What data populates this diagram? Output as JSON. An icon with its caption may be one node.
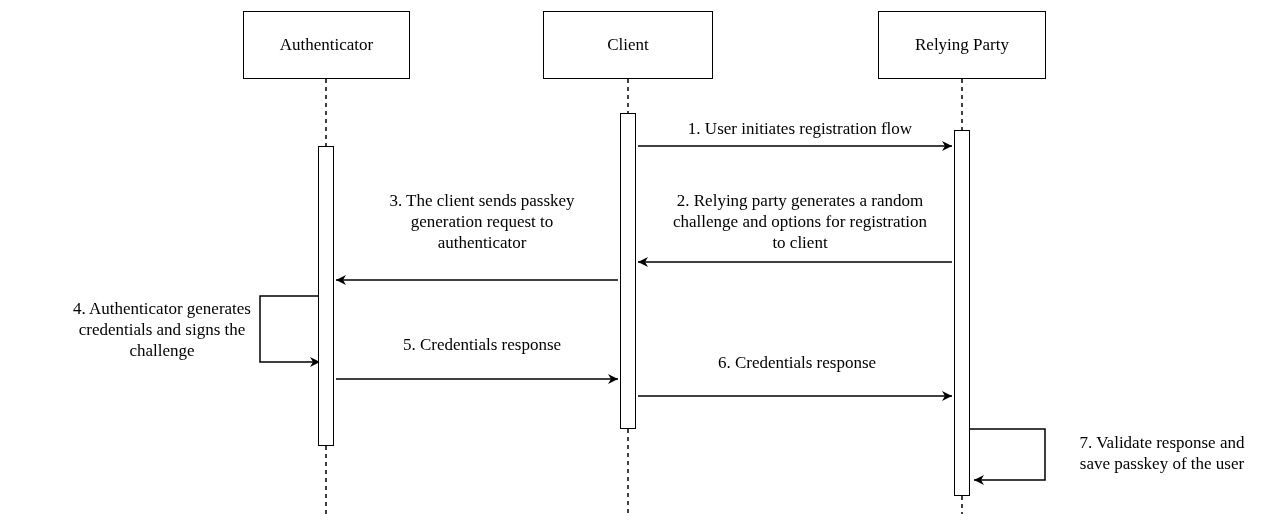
{
  "diagram": {
    "nodes": [
      {
        "text": [
          "Authenticator"
        ]
      },
      {
        "text": [
          "Client"
        ]
      },
      {
        "text": [
          "Relying Party"
        ]
      },
      {
        "text": [],
        "shape": "bar"
      },
      {
        "text": [],
        "shape": "bar"
      },
      {
        "text": [],
        "shape": "bar"
      }
    ],
    "edges": [
      {
        "from": 0,
        "to": 3,
        "arrow": "none",
        "style": "dashed"
      },
      {
        "from": 1,
        "to": 4,
        "arrow": "none",
        "style": "dashed"
      },
      {
        "from": 2,
        "to": 5,
        "arrow": "none",
        "style": "dashed"
      },
      {
        "from": 4,
        "to": 5,
        "arrow": "to",
        "label": "1. User initiates registration flow"
      },
      {
        "from": 5,
        "to": 4,
        "arrow": "to",
        "label": "2. Relying party generates a random challenge and options for registration to client"
      },
      {
        "from": 4,
        "to": 3,
        "arrow": "to",
        "label": "3. The client sends passkey generation request to authenticator"
      },
      {
        "from": 3,
        "to": 3,
        "arrow": "to",
        "label": "4. Authenticator generates credentials and signs the challenge"
      },
      {
        "from": 3,
        "to": 4,
        "arrow": "to",
        "label": "5. Credentials response"
      },
      {
        "from": 4,
        "to": 5,
        "arrow": "to",
        "label": "6. Credentials response"
      },
      {
        "from": 5,
        "to": 5,
        "arrow": "to",
        "label": "7. Validate response and save passkey of the user"
      }
    ]
  }
}
